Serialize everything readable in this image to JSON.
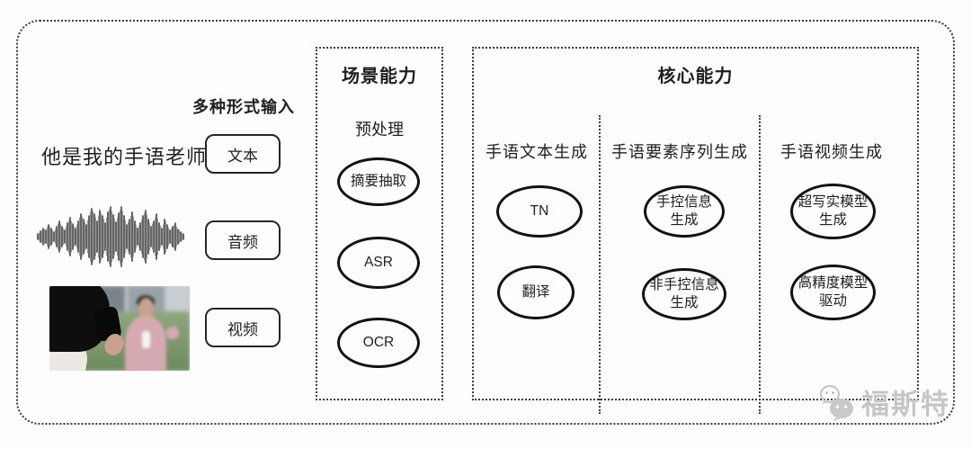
{
  "input": {
    "label": "多种形式输入",
    "sample_text": "他是我的手语老师",
    "pills": [
      {
        "label": "文本"
      },
      {
        "label": "音频"
      },
      {
        "label": "视频"
      }
    ],
    "media": {
      "waveform": "audio-waveform-graphic",
      "video": "reporter-being-filmed-photo"
    }
  },
  "scene": {
    "title": "场景能力",
    "stage_label": "预处理",
    "nodes": [
      "摘要抽取",
      "ASR",
      "OCR"
    ]
  },
  "core": {
    "title": "核心能力",
    "columns": [
      {
        "heading": "手语文本生成",
        "nodes": [
          "TN",
          "翻译"
        ]
      },
      {
        "heading": "手语要素序列生成",
        "nodes": [
          "手控信息\n生成",
          "非手控信息\n生成"
        ]
      },
      {
        "heading": "手语视频生成",
        "nodes": [
          "超写实模型\n生成",
          "高精度模型\n驱动"
        ]
      }
    ]
  },
  "watermark": {
    "text": "福斯特",
    "icon": "wechat-bubbles-icon"
  },
  "colors": {
    "ink": "#1f1f1f",
    "border_dotted": "#3c3c3c",
    "ellipse_stroke": "#121212",
    "watermark_gray": "#c6c6c6",
    "background": "#fdfdfd"
  }
}
